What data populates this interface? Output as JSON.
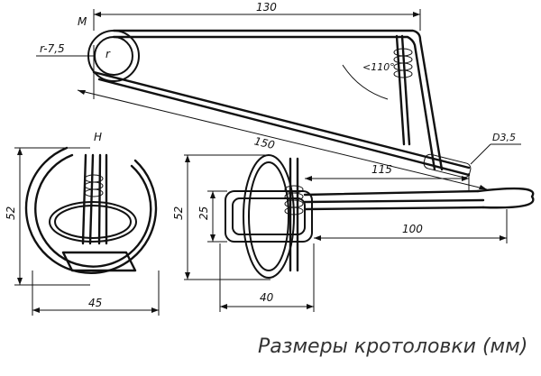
{
  "labels": {
    "point_m": "M",
    "radius": "r-7,5",
    "radius_r": "r",
    "angle": "<110°",
    "point_h": "H",
    "wire_diameter": "D3,5"
  },
  "dimensions": {
    "top_length": "130",
    "overall_length": "150",
    "length_115": "115",
    "length_100": "100",
    "left_height": "52",
    "left_width": "45",
    "right_height": "52",
    "right_inner_height": "25",
    "right_width": "40"
  },
  "caption": "Размеры кротоловки (мм)"
}
